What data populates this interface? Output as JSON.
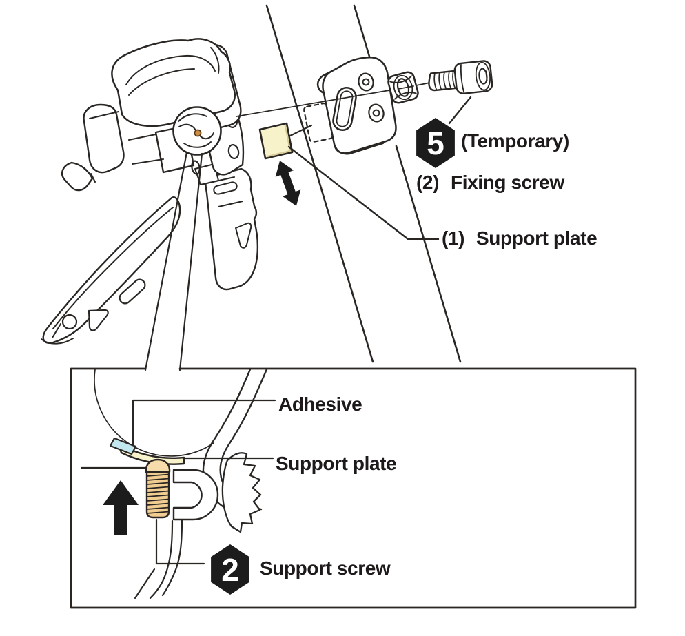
{
  "callouts": {
    "temporary": {
      "badge": "5",
      "label": "(Temporary)"
    },
    "fixing_screw": {
      "index": "(2)",
      "label": "Fixing screw"
    },
    "support_plate": {
      "index": "(1)",
      "label": "Support plate"
    }
  },
  "detail_box": {
    "adhesive_label": "Adhesive",
    "support_plate_label": "Support plate",
    "support_screw": {
      "badge": "2",
      "label": "Support screw"
    }
  },
  "colors": {
    "line": "#2a2623",
    "support_plate_fill": "#f8f2cb",
    "adhesive_fill": "#c3e7ee",
    "screw_fill": "#f1cd92",
    "screw_dome_fill": "#f6dcab",
    "badge_bg": "#1c1c1c",
    "badge_text": "#ffffff",
    "highlight_dot": "#cd8d42"
  }
}
